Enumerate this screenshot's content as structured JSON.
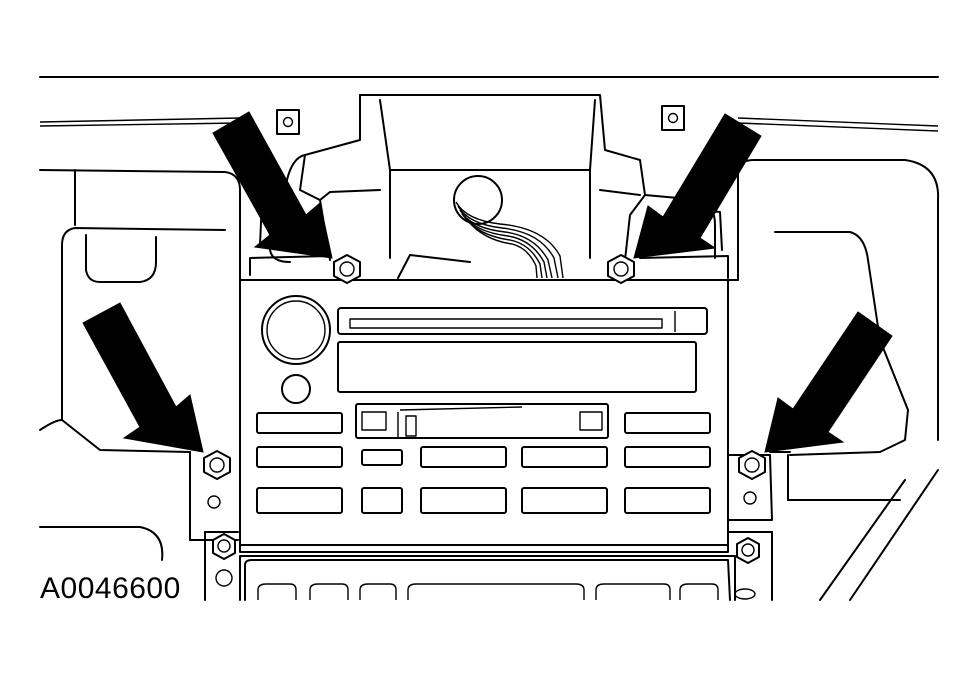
{
  "figure": {
    "id": "A0046600",
    "ink_color": "#000000",
    "paper_color": "#ffffff"
  },
  "parts": {
    "radio_unit": "radio-unit",
    "arrows": [
      "arrow-top-left",
      "arrow-top-right",
      "arrow-bottom-left",
      "arrow-bottom-right"
    ],
    "bolts": [
      "bolt-top-left",
      "bolt-top-right",
      "bolt-bottom-left",
      "bolt-bottom-right"
    ]
  }
}
